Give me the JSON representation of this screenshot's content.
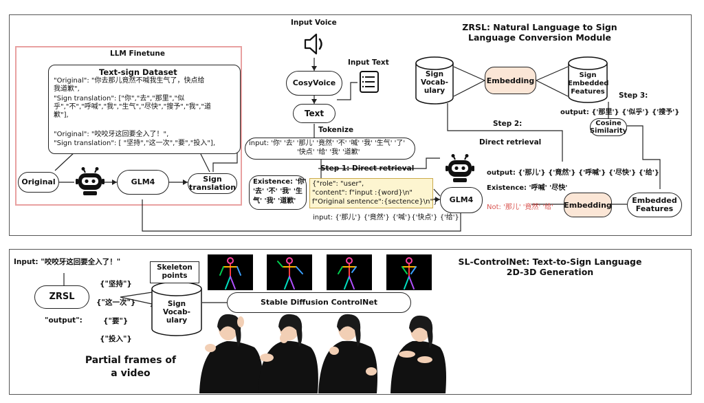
{
  "top_title": "ZRSL: Natural Language to Sign Language Conversion Module",
  "bottom_title": "SL-ControlNet: Text-to-Sign Language 2D-3D Generation",
  "llm_finetune": {
    "title": "LLM Finetune",
    "dataset_title": "Text-sign Dataset",
    "dataset_lines": [
      "\"Original\": \"你去那儿竟然不喊我生气了，快点给",
      "我道歉\",",
      "\"Sign translation\": [\"你\",\"去\",\"那里\",\"似",
      "乎\",\"不\",\"呼喊\",\"我\",\"生气\",\"尽快\",\"搜予\",\"我\",\"道",
      "歉\"],",
      "",
      "\"Original\": \"咬咬牙这回要全入了！\",",
      "\"Sign translation\": [ \"坚持\",\"这一次\",\"要\",\"投入\"],"
    ],
    "original_label": "Original",
    "glm4_label": "GLM4",
    "sign_translation_label": "Sign translation"
  },
  "pipeline": {
    "input_voice": "Input Voice",
    "cosyvoice": "CosyVoice",
    "input_text": "Input Text",
    "text": "Text",
    "tokenize": "Tokenize",
    "input_tokens_line1": "input: '你' '去' '那儿' '竟然' '不' '喊' '我' '生气' '了'",
    "input_tokens_line2": "'快点' '给' '我' '道歉'",
    "step1": "Step 1: Direct retrieval",
    "existence_lines": [
      "Existence: '你'",
      "'去' '不' '我' '生",
      "气' '我' '道歉'"
    ],
    "prompt_lines": [
      "{\"role\": \"user\",",
      "\"content\": f\"input :{word}\\n\"",
      "f\"Original sentence\":{sectence}\\n\"}"
    ],
    "glm4": "GLM4",
    "input_missing": "input: {'那儿'} {'竟然'} {'喊'}{'快点'} {'给'}"
  },
  "retrieval": {
    "sign_vocab": "Sign Vocab- ulary",
    "embedding_top": "Embedding",
    "sign_embedded_features": "Sign Embedded Features",
    "step3": "Step 3:",
    "output_step3": "output: {'那里'} {'似乎'} {'搜予'}",
    "cosine": "Cosine Similarity",
    "step2": "Step 2:",
    "direct_retrieval": "Direct retrieval",
    "output_step2": "output: {'那儿'} {'竟然'} {'呼喊'} {'尽快'} {'给'}",
    "existence2": "Existence: '呼喊' '尽快'",
    "not_line": "Not: '那儿' '竟然' '给'",
    "embedding_bottom": "Embedding",
    "embedded_features": "Embedded Features"
  },
  "generation": {
    "input_line": "Input: \"咬咬牙这回要全入了！\"",
    "zrsl": "ZRSL",
    "output_label": "\"output\":",
    "words": [
      "{\"坚持\"}",
      "{\"这一次\"}",
      "{\"要\"}",
      "{\"投入\"}"
    ],
    "sign_vocab": "Sign Vocab- ulary",
    "skeleton_points": "Skeleton points",
    "stable_diffusion": "Stable Diffusion ControlNet",
    "partial_frames": "Partial frames of a video"
  },
  "colors": {
    "finetune_border": "#e8a0a0",
    "peach_fill": "#fbe6d6",
    "prompt_fill": "#fdf5d0",
    "not_text": "#d9534f",
    "shirt": "#111111",
    "skin": "#f2cfb5"
  },
  "icons": [
    "speaker-icon",
    "text-document-icon",
    "robot-icon"
  ]
}
